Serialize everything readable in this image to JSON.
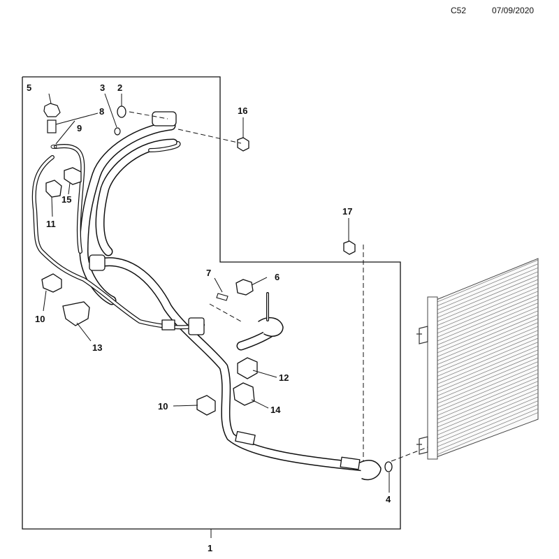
{
  "header": {
    "page_code": "C52",
    "date": "07/09/2020"
  },
  "callouts": {
    "c1": "1",
    "c2": "2",
    "c3": "3",
    "c4": "4",
    "c5": "5",
    "c6": "6",
    "c7": "7",
    "c8": "8",
    "c9": "9",
    "c10a": "10",
    "c10b": "10",
    "c11": "11",
    "c12": "12",
    "c13": "13",
    "c14": "14",
    "c15": "15",
    "c16": "16",
    "c17": "17"
  },
  "colors": {
    "line": "#111111",
    "hose_fill": "#ffffff",
    "condenser": "#666666"
  }
}
